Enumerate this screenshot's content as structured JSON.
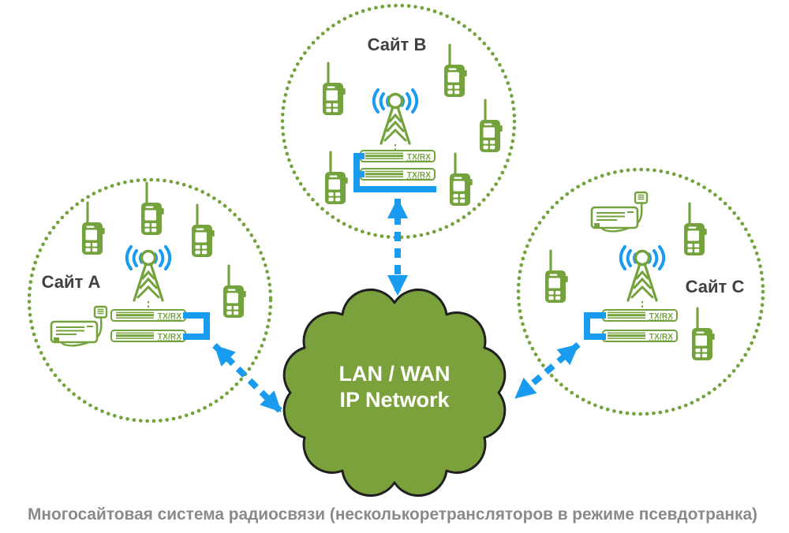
{
  "caption": "Многосайтовая система радиосвязи (несколькоретрансляторов в режиме псевдотранка)",
  "cloud": {
    "line1": "LAN / WAN",
    "line2": "IP Network"
  },
  "sites": [
    {
      "id": "A",
      "label": "Сайт A",
      "handheld_count": 4,
      "has_mobile_radio": true,
      "repeaters": [
        {
          "label": "TX/RX"
        },
        {
          "label": "TX/RX"
        }
      ]
    },
    {
      "id": "B",
      "label": "Сайт B",
      "handheld_count": 5,
      "has_mobile_radio": false,
      "repeaters": [
        {
          "label": "TX/RX"
        },
        {
          "label": "TX/RX"
        }
      ]
    },
    {
      "id": "C",
      "label": "Сайт C",
      "handheld_count": 3,
      "has_mobile_radio": true,
      "repeaters": [
        {
          "label": "TX/RX"
        },
        {
          "label": "TX/RX"
        }
      ]
    }
  ],
  "icons": {
    "handheld": "handheld-radio-icon",
    "tower": "antenna-tower-icon",
    "waves": "radio-waves-icon",
    "repeater": "repeater-icon",
    "mobile": "mobile-radio-icon",
    "cloud": "ip-network-cloud",
    "arrow": "ip-link-arrow"
  },
  "colors": {
    "green": "#74A23C",
    "cloud_green": "#7AA13C",
    "blue": "#199BF0",
    "title_gray": "#404040",
    "caption_gray": "#8A8A8A",
    "cloud_outline": "#202020",
    "white": "#FFFFFF"
  }
}
